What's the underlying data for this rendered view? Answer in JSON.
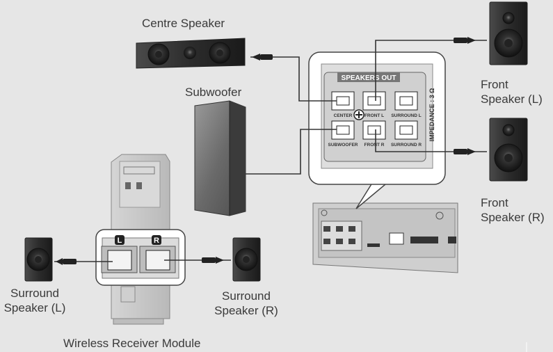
{
  "labels": {
    "centre_speaker": "Centre Speaker",
    "subwoofer": "Subwoofer",
    "front_left_line1": "Front",
    "front_left_line2": "Speaker (L)",
    "front_right_line1": "Front",
    "front_right_line2": "Speaker (R)",
    "surround_left_line1": "Surround",
    "surround_left_line2": "Speaker (L)",
    "surround_right_line1": "Surround",
    "surround_right_line2": "Speaker (R)",
    "wireless_module": "Wireless Receiver Module"
  },
  "panel": {
    "title": "SPEAKERS OUT",
    "impedance": "IMPEDANCE : 3 Ω",
    "terminals": {
      "center": "CENTER",
      "front_l": "FRONT L",
      "surround_l": "SURROUND L",
      "subwoofer": "SUBWOOFER",
      "front_r": "FRONT R",
      "surround_r": "SURROUND R"
    }
  },
  "module_ports": {
    "left": "L",
    "right": "R"
  },
  "colors": {
    "background": "#e6e6e6",
    "line": "#333333",
    "speaker": "#2a2a2a"
  }
}
